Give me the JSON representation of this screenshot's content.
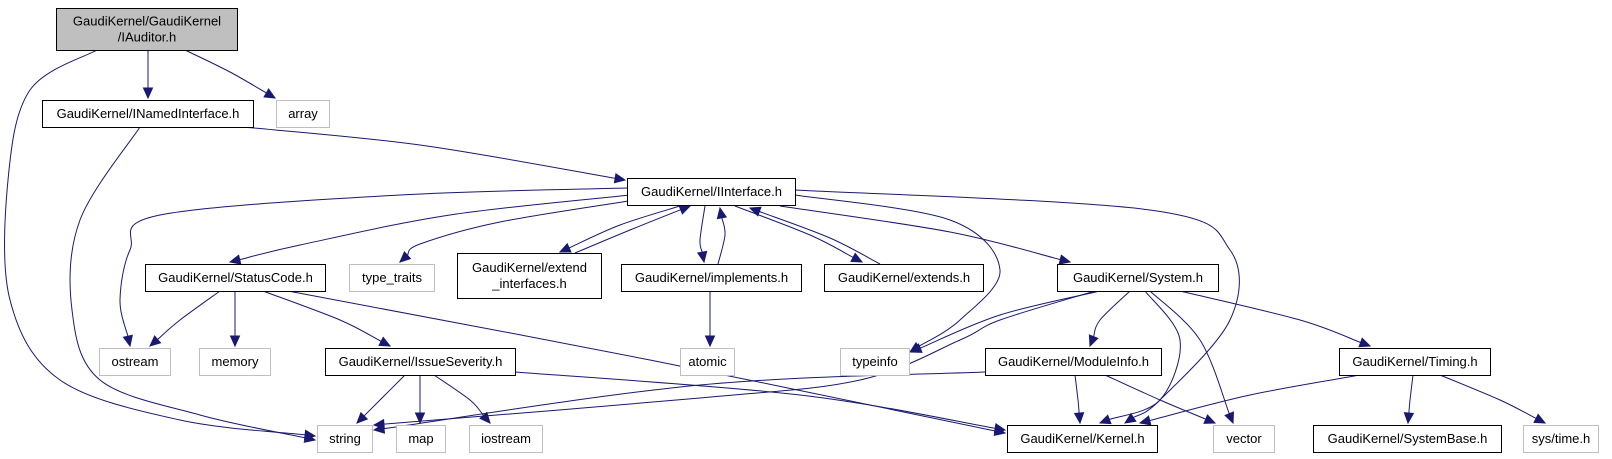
{
  "diagram": {
    "title": "Include dependency graph for GaudiKernel/IAuditor.h",
    "colors": {
      "edge": "#191970",
      "root_fill": "#bfbfbf",
      "node_border": "#000000",
      "external_border": "#bfbfbf",
      "background": "#ffffff"
    },
    "nodes": [
      {
        "id": "iauditor",
        "lines": [
          "GaudiKernel/GaudiKernel",
          "/IAuditor.h"
        ],
        "kind": "root"
      },
      {
        "id": "inamedinterface",
        "lines": [
          "GaudiKernel/INamedInterface.h"
        ],
        "kind": "internal"
      },
      {
        "id": "array",
        "lines": [
          "array"
        ],
        "kind": "external"
      },
      {
        "id": "iinterface",
        "lines": [
          "GaudiKernel/IInterface.h"
        ],
        "kind": "internal"
      },
      {
        "id": "statuscode",
        "lines": [
          "GaudiKernel/StatusCode.h"
        ],
        "kind": "internal"
      },
      {
        "id": "type_traits",
        "lines": [
          "type_traits"
        ],
        "kind": "external"
      },
      {
        "id": "extend_interfaces",
        "lines": [
          "GaudiKernel/extend",
          "_interfaces.h"
        ],
        "kind": "internal"
      },
      {
        "id": "implements",
        "lines": [
          "GaudiKernel/implements.h"
        ],
        "kind": "internal"
      },
      {
        "id": "extends",
        "lines": [
          "GaudiKernel/extends.h"
        ],
        "kind": "internal"
      },
      {
        "id": "system",
        "lines": [
          "GaudiKernel/System.h"
        ],
        "kind": "internal"
      },
      {
        "id": "ostream",
        "lines": [
          "ostream"
        ],
        "kind": "external"
      },
      {
        "id": "memory",
        "lines": [
          "memory"
        ],
        "kind": "external"
      },
      {
        "id": "issueseverity",
        "lines": [
          "GaudiKernel/IssueSeverity.h"
        ],
        "kind": "internal"
      },
      {
        "id": "atomic",
        "lines": [
          "atomic"
        ],
        "kind": "external"
      },
      {
        "id": "typeinfo",
        "lines": [
          "typeinfo"
        ],
        "kind": "external"
      },
      {
        "id": "moduleinfo",
        "lines": [
          "GaudiKernel/ModuleInfo.h"
        ],
        "kind": "internal"
      },
      {
        "id": "timing",
        "lines": [
          "GaudiKernel/Timing.h"
        ],
        "kind": "internal"
      },
      {
        "id": "string",
        "lines": [
          "string"
        ],
        "kind": "external"
      },
      {
        "id": "map",
        "lines": [
          "map"
        ],
        "kind": "external"
      },
      {
        "id": "iostream",
        "lines": [
          "iostream"
        ],
        "kind": "external"
      },
      {
        "id": "kernel",
        "lines": [
          "GaudiKernel/Kernel.h"
        ],
        "kind": "internal"
      },
      {
        "id": "vector",
        "lines": [
          "vector"
        ],
        "kind": "external"
      },
      {
        "id": "systembase",
        "lines": [
          "GaudiKernel/SystemBase.h"
        ],
        "kind": "internal"
      },
      {
        "id": "systime",
        "lines": [
          "sys/time.h"
        ],
        "kind": "external"
      }
    ],
    "edges": [
      {
        "from": "iauditor",
        "to": "inamedinterface"
      },
      {
        "from": "iauditor",
        "to": "array"
      },
      {
        "from": "iauditor",
        "to": "string"
      },
      {
        "from": "inamedinterface",
        "to": "iinterface"
      },
      {
        "from": "inamedinterface",
        "to": "string"
      },
      {
        "from": "iinterface",
        "to": "statuscode"
      },
      {
        "from": "iinterface",
        "to": "type_traits"
      },
      {
        "from": "iinterface",
        "to": "extend_interfaces"
      },
      {
        "from": "iinterface",
        "to": "implements"
      },
      {
        "from": "iinterface",
        "to": "extends"
      },
      {
        "from": "iinterface",
        "to": "system"
      },
      {
        "from": "iinterface",
        "to": "ostream"
      },
      {
        "from": "iinterface",
        "to": "typeinfo"
      },
      {
        "from": "iinterface",
        "to": "kernel"
      },
      {
        "from": "extend_interfaces",
        "to": "iinterface"
      },
      {
        "from": "implements",
        "to": "iinterface"
      },
      {
        "from": "implements",
        "to": "atomic"
      },
      {
        "from": "extends",
        "to": "iinterface"
      },
      {
        "from": "statuscode",
        "to": "ostream"
      },
      {
        "from": "statuscode",
        "to": "memory"
      },
      {
        "from": "statuscode",
        "to": "issueseverity"
      },
      {
        "from": "statuscode",
        "to": "kernel"
      },
      {
        "from": "issueseverity",
        "to": "string"
      },
      {
        "from": "issueseverity",
        "to": "map"
      },
      {
        "from": "issueseverity",
        "to": "iostream"
      },
      {
        "from": "issueseverity",
        "to": "kernel"
      },
      {
        "from": "system",
        "to": "typeinfo"
      },
      {
        "from": "system",
        "to": "string"
      },
      {
        "from": "system",
        "to": "moduleinfo"
      },
      {
        "from": "system",
        "to": "kernel"
      },
      {
        "from": "system",
        "to": "vector"
      },
      {
        "from": "system",
        "to": "timing"
      },
      {
        "from": "moduleinfo",
        "to": "kernel"
      },
      {
        "from": "moduleinfo",
        "to": "string"
      },
      {
        "from": "moduleinfo",
        "to": "vector"
      },
      {
        "from": "timing",
        "to": "kernel"
      },
      {
        "from": "timing",
        "to": "systembase"
      },
      {
        "from": "timing",
        "to": "systime"
      }
    ]
  }
}
